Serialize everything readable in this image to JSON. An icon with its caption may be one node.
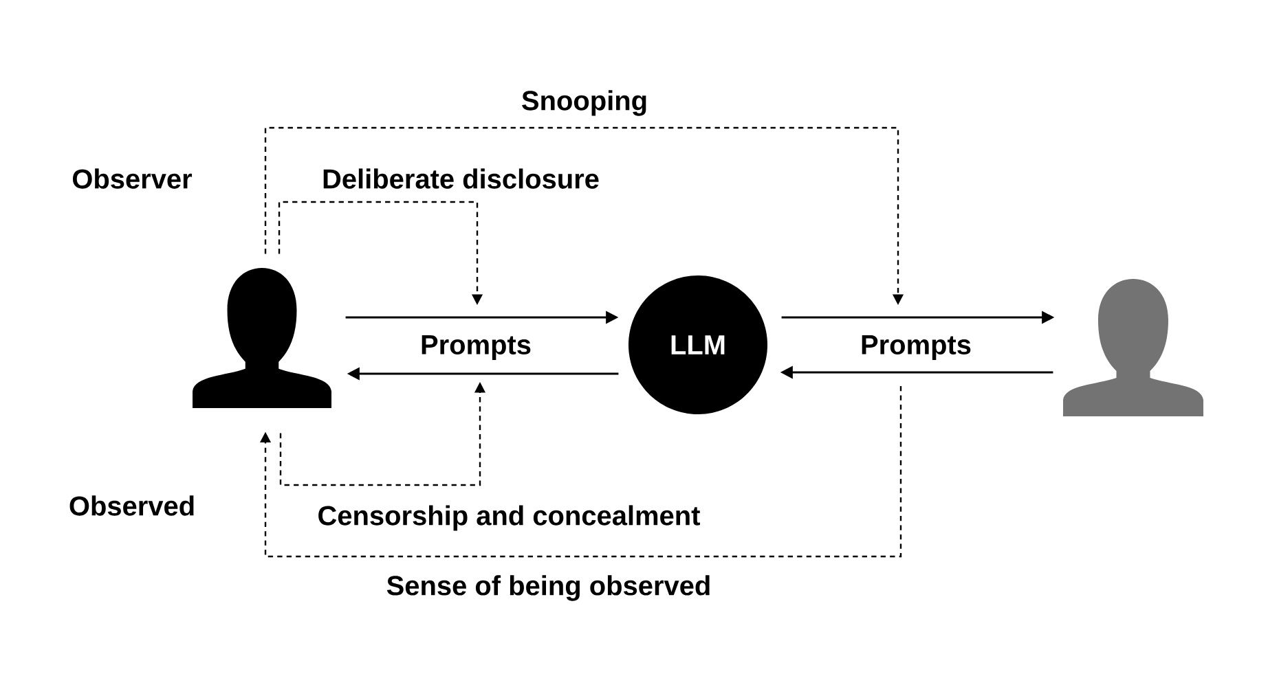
{
  "diagram": {
    "nodes": [
      {
        "text": [],
        "shape": "person"
      },
      {
        "text": [
          "LLM"
        ]
      },
      {
        "text": [],
        "shape": "person"
      }
    ],
    "edges": [
      {
        "from": 0,
        "to": null,
        "arrow": "to",
        "label": "Snooping",
        "style": "dashed"
      },
      {
        "from": 0,
        "to": null,
        "arrow": "to",
        "label": "Deliberate disclosure",
        "style": "dashed"
      },
      {
        "from": 0,
        "to": 1,
        "arrow": "to",
        "label": "Prompts"
      },
      {
        "from": 1,
        "to": 0,
        "arrow": "to"
      },
      {
        "from": 1,
        "to": 2,
        "arrow": "to",
        "label": "Prompts"
      },
      {
        "from": 2,
        "to": 1,
        "arrow": "to"
      },
      {
        "from": 0,
        "to": null,
        "arrow": "to",
        "label": "Censorship and concealment",
        "style": "dashed"
      },
      {
        "from": null,
        "to": 0,
        "arrow": "to",
        "label": "Sense of being observed",
        "style": "dashed"
      }
    ],
    "labels": [
      "Observer",
      "Observed"
    ]
  }
}
